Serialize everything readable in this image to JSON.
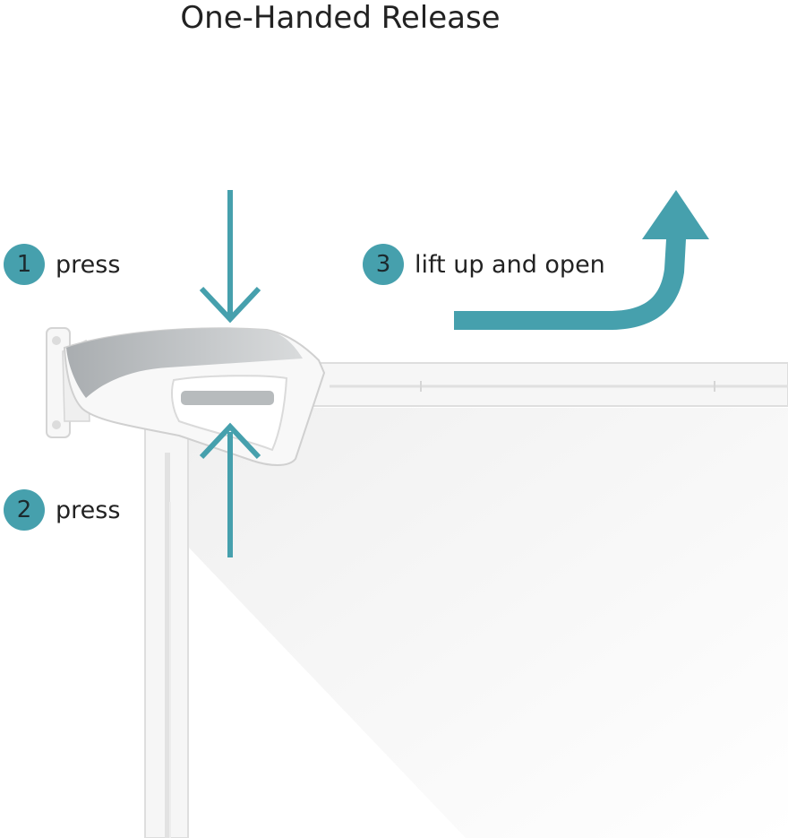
{
  "title": "One-Handed Release",
  "colors": {
    "accent": "#46a0ad",
    "gate_white": "#f4f4f4",
    "handle_grey": "#b9bdbf",
    "text": "#222222"
  },
  "steps": [
    {
      "number": "1",
      "label": "press"
    },
    {
      "number": "2",
      "label": "press"
    },
    {
      "number": "3",
      "label": "lift up and open"
    }
  ]
}
